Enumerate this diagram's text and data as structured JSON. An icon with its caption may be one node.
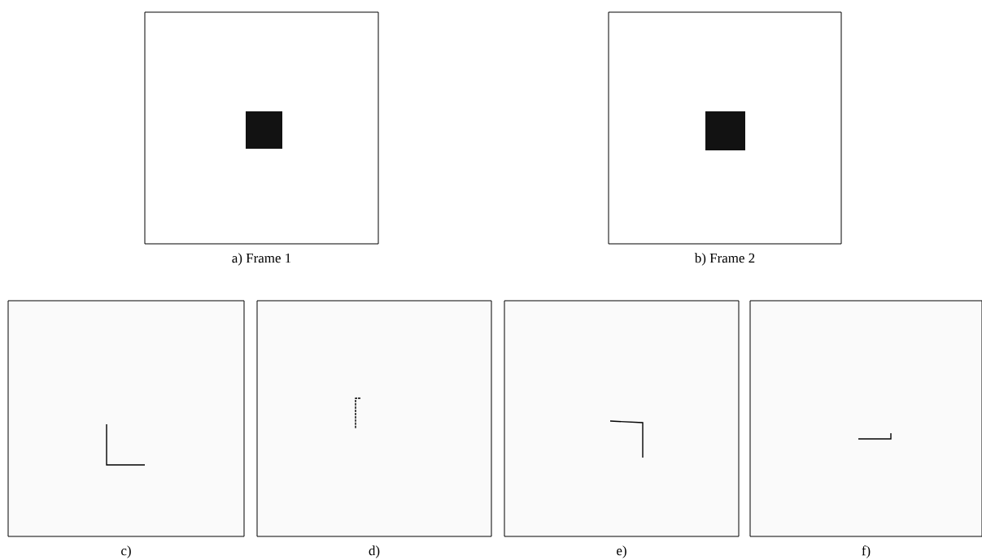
{
  "diagram": {
    "nodes": [
      {
        "text": [],
        "shape": "picture",
        "beside": [
          "a) Frame 1"
        ]
      },
      {
        "text": [],
        "shape": "picture",
        "beside": [
          "b) Frame 2"
        ]
      },
      {
        "text": [],
        "shape": "picture",
        "beside": [
          "c)"
        ]
      },
      {
        "text": [],
        "shape": "picture",
        "beside": [
          "d)"
        ]
      },
      {
        "text": [],
        "shape": "picture",
        "beside": [
          "e)"
        ]
      },
      {
        "text": [],
        "shape": "picture",
        "beside": [
          "f)"
        ]
      }
    ]
  }
}
